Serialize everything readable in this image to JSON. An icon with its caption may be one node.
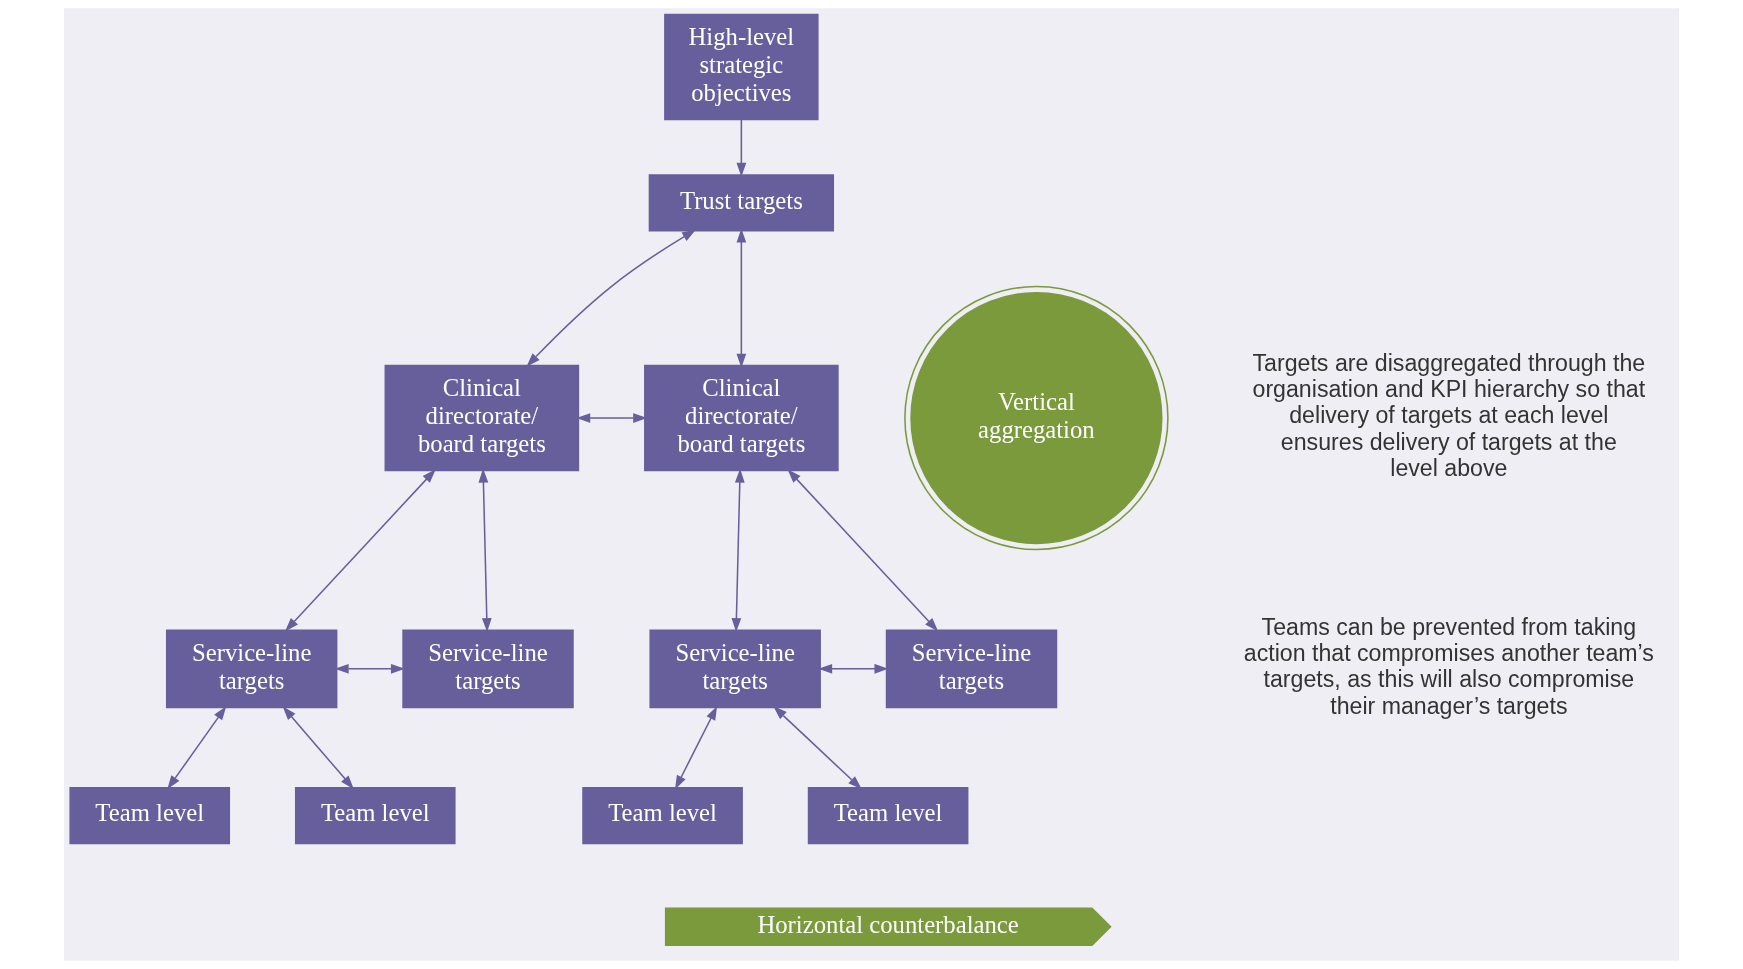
{
  "diagram": {
    "nodes": [
      {
        "text": [
          "High-level strategic objectives"
        ]
      },
      {
        "text": [
          "Trust targets"
        ]
      },
      {
        "text": [
          "Clinical directorate/ board targets"
        ]
      },
      {
        "text": [
          "Clinical directorate/ board targets"
        ]
      },
      {
        "text": [
          "Service-line targets"
        ]
      },
      {
        "text": [
          "Service-line targets"
        ]
      },
      {
        "text": [
          "Service-line targets"
        ]
      },
      {
        "text": [
          "Service-line targets"
        ]
      },
      {
        "text": [
          "Team level"
        ]
      },
      {
        "text": [
          "Team level"
        ]
      },
      {
        "text": [
          "Team level"
        ]
      },
      {
        "text": [
          "Team level"
        ]
      },
      {
        "text": [
          "Vertical aggregation"
        ]
      },
      {
        "text": [
          "Horizontal counterbalance"
        ]
      }
    ],
    "edges": [
      {
        "from": 0,
        "to": 1,
        "arrow": "to"
      },
      {
        "from": 1,
        "to": 2,
        "arrow": "both"
      },
      {
        "from": 1,
        "to": 3,
        "arrow": "both"
      },
      {
        "from": 2,
        "to": 3,
        "arrow": "both"
      },
      {
        "from": 2,
        "to": 4,
        "arrow": "both"
      },
      {
        "from": 2,
        "to": 5,
        "arrow": "both"
      },
      {
        "from": 4,
        "to": 5,
        "arrow": "both"
      },
      {
        "from": 3,
        "to": 6,
        "arrow": "both"
      },
      {
        "from": 3,
        "to": 7,
        "arrow": "both"
      },
      {
        "from": 6,
        "to": 7,
        "arrow": "both"
      },
      {
        "from": 4,
        "to": 8,
        "arrow": "both"
      },
      {
        "from": 4,
        "to": 9,
        "arrow": "both"
      },
      {
        "from": 6,
        "to": 10,
        "arrow": "both"
      },
      {
        "from": 6,
        "to": 11,
        "arrow": "both"
      }
    ],
    "labels": [
      "Targets are disaggregated through the organisation and KPI hierarchy so that delivery of targets at each level ensures delivery of targets at the level above",
      "Teams can be prevented from taking action that compromises another team’s targets, as this will also compromise their manager’s targets"
    ]
  }
}
